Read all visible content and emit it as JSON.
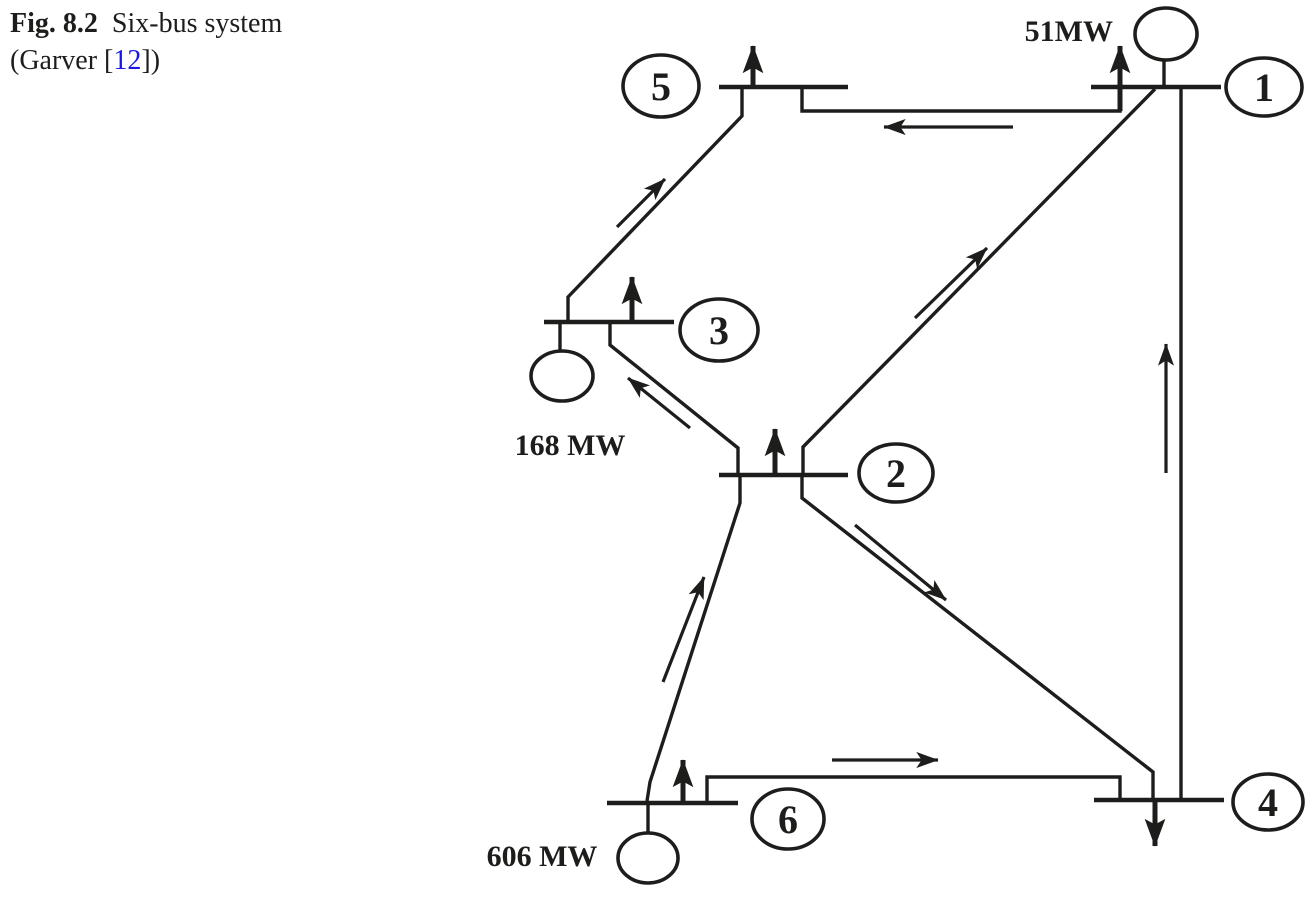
{
  "caption": {
    "fig_label": "Fig. 8.2",
    "title": "Six-bus system",
    "ref_prefix": "(Garver [",
    "ref_number": "12",
    "ref_suffix": "])"
  },
  "diagram": {
    "bus_labels": [
      "1",
      "2",
      "3",
      "4",
      "5",
      "6"
    ],
    "generators": [
      {
        "bus": "1",
        "output": "51MW"
      },
      {
        "bus": "3",
        "output": "168 MW"
      },
      {
        "bus": "6",
        "output": "606 MW"
      }
    ],
    "loads": [
      {
        "bus": "5",
        "arrow": "up"
      },
      {
        "bus": "1",
        "arrow": "up"
      },
      {
        "bus": "3",
        "arrow": "up"
      },
      {
        "bus": "2",
        "arrow": "up"
      },
      {
        "bus": "6",
        "arrow": "up"
      },
      {
        "bus": "4",
        "arrow": "down"
      }
    ],
    "lines": [
      {
        "from": "1",
        "to": "5",
        "flow_toward": "5"
      },
      {
        "from": "3",
        "to": "5",
        "flow_toward": "5"
      },
      {
        "from": "2",
        "to": "3",
        "flow_toward": "3"
      },
      {
        "from": "2",
        "to": "1",
        "flow_toward": "1"
      },
      {
        "from": "4",
        "to": "1",
        "flow_toward": "1"
      },
      {
        "from": "6",
        "to": "2",
        "flow_toward": "2"
      },
      {
        "from": "2",
        "to": "4",
        "flow_toward": "4"
      },
      {
        "from": "6",
        "to": "4",
        "flow_toward": "4"
      }
    ]
  },
  "colors": {
    "ink": "#1d1d1b",
    "link_blue": "#1717e6",
    "background": "#ffffff"
  }
}
